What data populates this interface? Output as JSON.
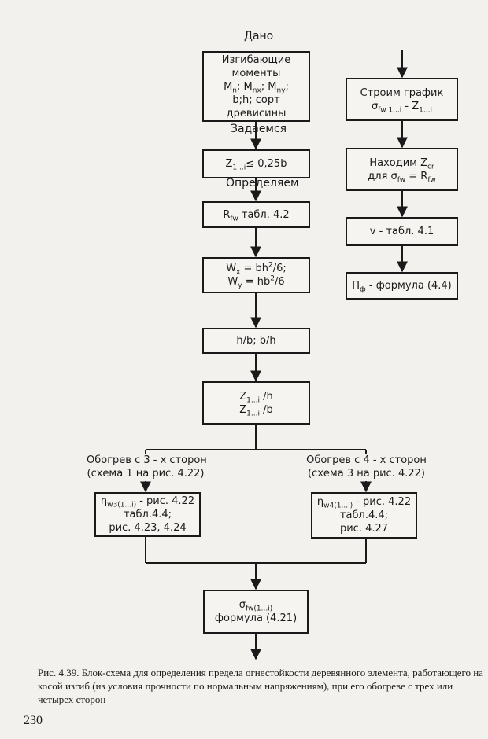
{
  "labels": {
    "given": "Дано",
    "assume": "Задаемся",
    "determine": "Определяем",
    "heat3_line1": "Обогрев с 3 - х сторон",
    "heat3_line2": "(схема 1 на рис. 4.22)",
    "heat4_line1": "Обогрев с 4 - х сторон",
    "heat4_line2": "(схема 3 на рис. 4.22)"
  },
  "boxes": {
    "moments": {
      "line1": "Изгибающие моменты",
      "m": "M",
      "sn": "n",
      "snx": "nx",
      "sny": "ny",
      "sep": "; ",
      "end": ";",
      "line3": "b;h; сорт древисины"
    },
    "z_assume": {
      "z": "Z",
      "sub": "1...i",
      "rest": "≤ 0,25b"
    },
    "r_table": {
      "r": "R",
      "sub": "fw",
      "rest": " табл. 4.2"
    },
    "w_formula": {
      "wx": "W",
      "subx": "x",
      "eqx": " = bh",
      "sup": "2",
      "endx": "/6;",
      "wy": "W",
      "suby": "y",
      "eqy": " = hb",
      "endy": "/6"
    },
    "hb": {
      "text": "h/b; b/h"
    },
    "z_ratio": {
      "z": "Z",
      "sub": "1...i",
      "l1": " /h",
      "l2": " /b"
    },
    "eta3": {
      "eta": "η",
      "sub": "w3(1...i)",
      "rest": " - рис. 4.22",
      "line2": "табл.4.4;",
      "line3": "рис. 4.23, 4.24"
    },
    "eta4": {
      "eta": "η",
      "sub": "w4(1...i)",
      "rest": " - рис. 4.22",
      "line2": "табл.4.4;",
      "line3": "рис. 4.27"
    },
    "sigma": {
      "s": "σ",
      "sub": "fw(1...i)",
      "line2": "формула (4.21)"
    },
    "graph": {
      "line1": "Строим график",
      "s": "σ",
      "ssub": "fw 1...i",
      "mid": " - Z",
      "zsub": "1...i"
    },
    "zcr": {
      "line1": "Находим Z",
      "sub1": "cr",
      "pre2": "для σ",
      "sub2": "fw",
      "eq": " = R",
      "sub3": "fw"
    },
    "v": {
      "text": "v - табл. 4.1"
    },
    "pf": {
      "p": "П",
      "sub": "ф",
      "rest": " - формула (4.4)"
    }
  },
  "caption": "Рис. 4.39. Блок-схема для определения предела огнестойкости деревянного элемента, работающего на косой изгиб (из условия прочности по нормальным напряжениям), при его обогреве с трех или четырех сторон",
  "page_number": "230"
}
